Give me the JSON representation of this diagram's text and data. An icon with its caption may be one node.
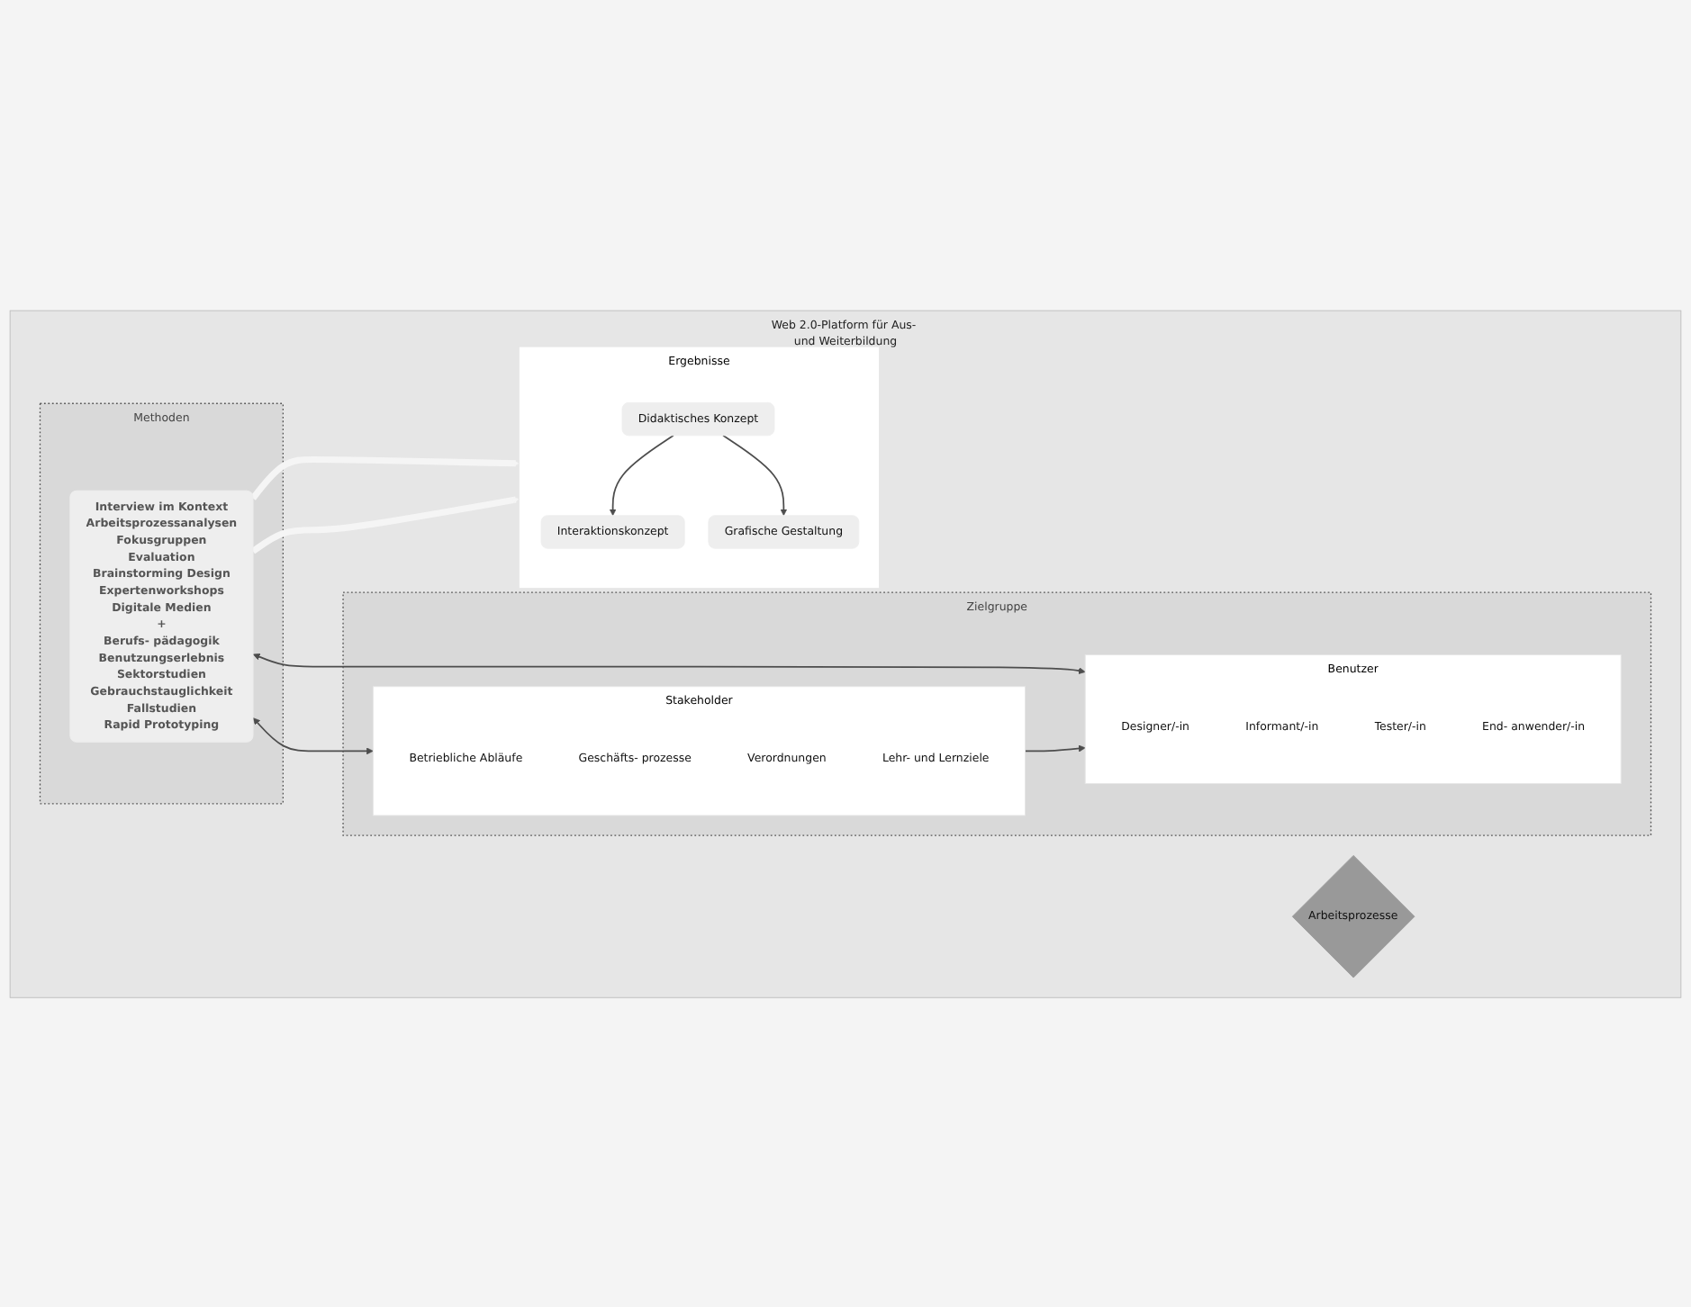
{
  "diagram": {
    "nodes": [
      {
        "text": [
          "Web 2.0-Platform für Aus- und Weiterbildung"
        ]
      },
      {
        "text": [
          "Methoden"
        ],
        "in": 0
      },
      {
        "text": [
          "Interview im Kontext",
          "Arbeitsprozessanalysen",
          "Fokusgruppen",
          "Evaluation",
          "Brainstorming Design",
          "Expertenworkshops",
          "Digitale Medien",
          "+",
          "Berufs- pädagogik",
          "Benutzungserlebnis",
          "Sektorstudien",
          "Gebrauchstauglichkeit",
          "Fallstudien",
          "Rapid Prototyping"
        ],
        "in": 1
      },
      {
        "text": [
          "Arbeitsprozesse"
        ],
        "in": 0
      },
      {
        "text": [
          "Zielgruppe"
        ],
        "in": 0
      },
      {
        "text": [
          "Benutzer"
        ],
        "in": 4
      },
      {
        "text": [
          "Designer/-in"
        ],
        "in": 5
      },
      {
        "text": [
          "Informant/-in"
        ],
        "in": 5
      },
      {
        "text": [
          "Tester/-in"
        ],
        "in": 5
      },
      {
        "text": [
          "End- anwender/-in"
        ],
        "in": 5
      },
      {
        "text": [
          "Stakeholder"
        ],
        "in": 4
      },
      {
        "text": [
          "Betriebliche Abläufe"
        ],
        "in": 10
      },
      {
        "text": [
          "Geschäfts- prozesse"
        ],
        "in": 10
      },
      {
        "text": [
          "Verordnungen"
        ],
        "in": 10
      },
      {
        "text": [
          "Lehr- und Lernziele"
        ],
        "in": 10
      },
      {
        "text": [
          "Ergebnisse"
        ],
        "in": 0
      },
      {
        "text": [
          "Interaktionskonzept"
        ],
        "in": 15
      },
      {
        "text": [
          "Grafische Gestaltung"
        ],
        "in": 15
      },
      {
        "text": [
          "Didaktisches Konzept"
        ],
        "in": 15
      }
    ],
    "edges": [
      {
        "from": 2,
        "to": 5,
        "arrow": "both"
      },
      {
        "from": 2,
        "to": 10,
        "arrow": "both"
      },
      {
        "from": 10,
        "to": 5,
        "arrow": "to"
      },
      {
        "from": 2,
        "to": 15,
        "arrow": "to",
        "style": "thick",
        "color": "#f5f5f5"
      },
      {
        "from": 2,
        "to": 15,
        "arrow": "to",
        "style": "thick",
        "color": "#f5f5f5"
      },
      {
        "from": 18,
        "to": 16,
        "arrow": "to"
      },
      {
        "from": 18,
        "to": 17,
        "arrow": "to"
      }
    ]
  }
}
